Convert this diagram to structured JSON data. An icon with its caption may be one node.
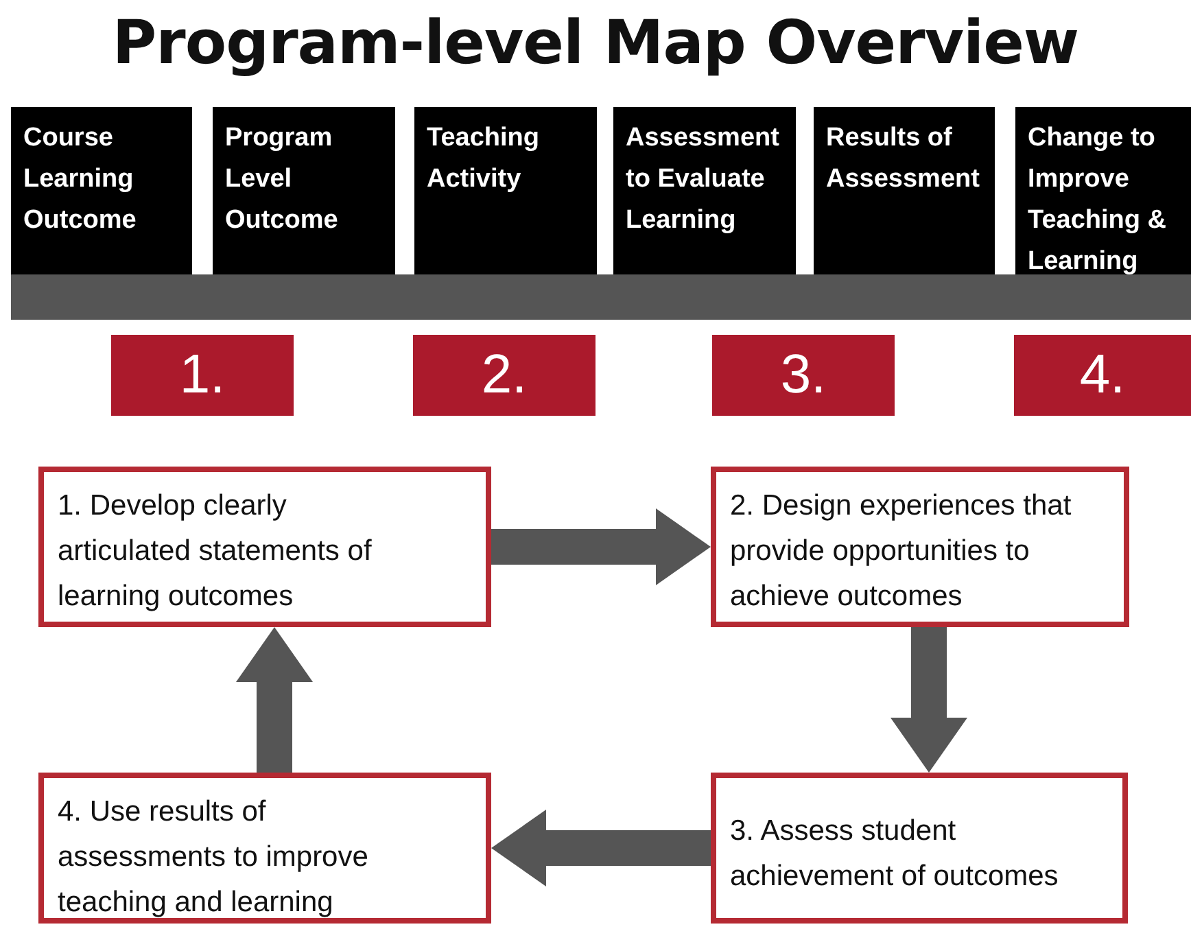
{
  "diagram": {
    "title": "Program-level Map Overview",
    "nodes": [
      {
        "text": [
          "Course Learning Outcome"
        ]
      },
      {
        "text": [
          "Program Level Outcome"
        ]
      },
      {
        "text": [
          "Teaching Activity"
        ]
      },
      {
        "text": [
          "Assessment to Evaluate Learning"
        ]
      },
      {
        "text": [
          "Results of Assessment"
        ]
      },
      {
        "text": [
          "Change to Improve Teaching & Learning"
        ]
      },
      {
        "text": [],
        "shape": "bar"
      },
      {
        "text": [
          "1."
        ]
      },
      {
        "text": [
          "2."
        ]
      },
      {
        "text": [
          "3."
        ]
      },
      {
        "text": [
          "4."
        ]
      },
      {
        "text": [
          "1. Develop clearly articulated statements of learning outcomes"
        ]
      },
      {
        "text": [
          "2. Design experiences that provide opportunities to achieve outcomes"
        ]
      },
      {
        "text": [
          "3. Assess student achievement of outcomes"
        ]
      },
      {
        "text": [
          "4. Use results of assessments to improve teaching and learning"
        ]
      }
    ],
    "edges": [
      {
        "from": 11,
        "to": 12,
        "arrow": "to"
      },
      {
        "from": 12,
        "to": 13,
        "arrow": "to"
      },
      {
        "from": 13,
        "to": 14,
        "arrow": "to"
      },
      {
        "from": 14,
        "to": 11,
        "arrow": "to"
      }
    ]
  }
}
